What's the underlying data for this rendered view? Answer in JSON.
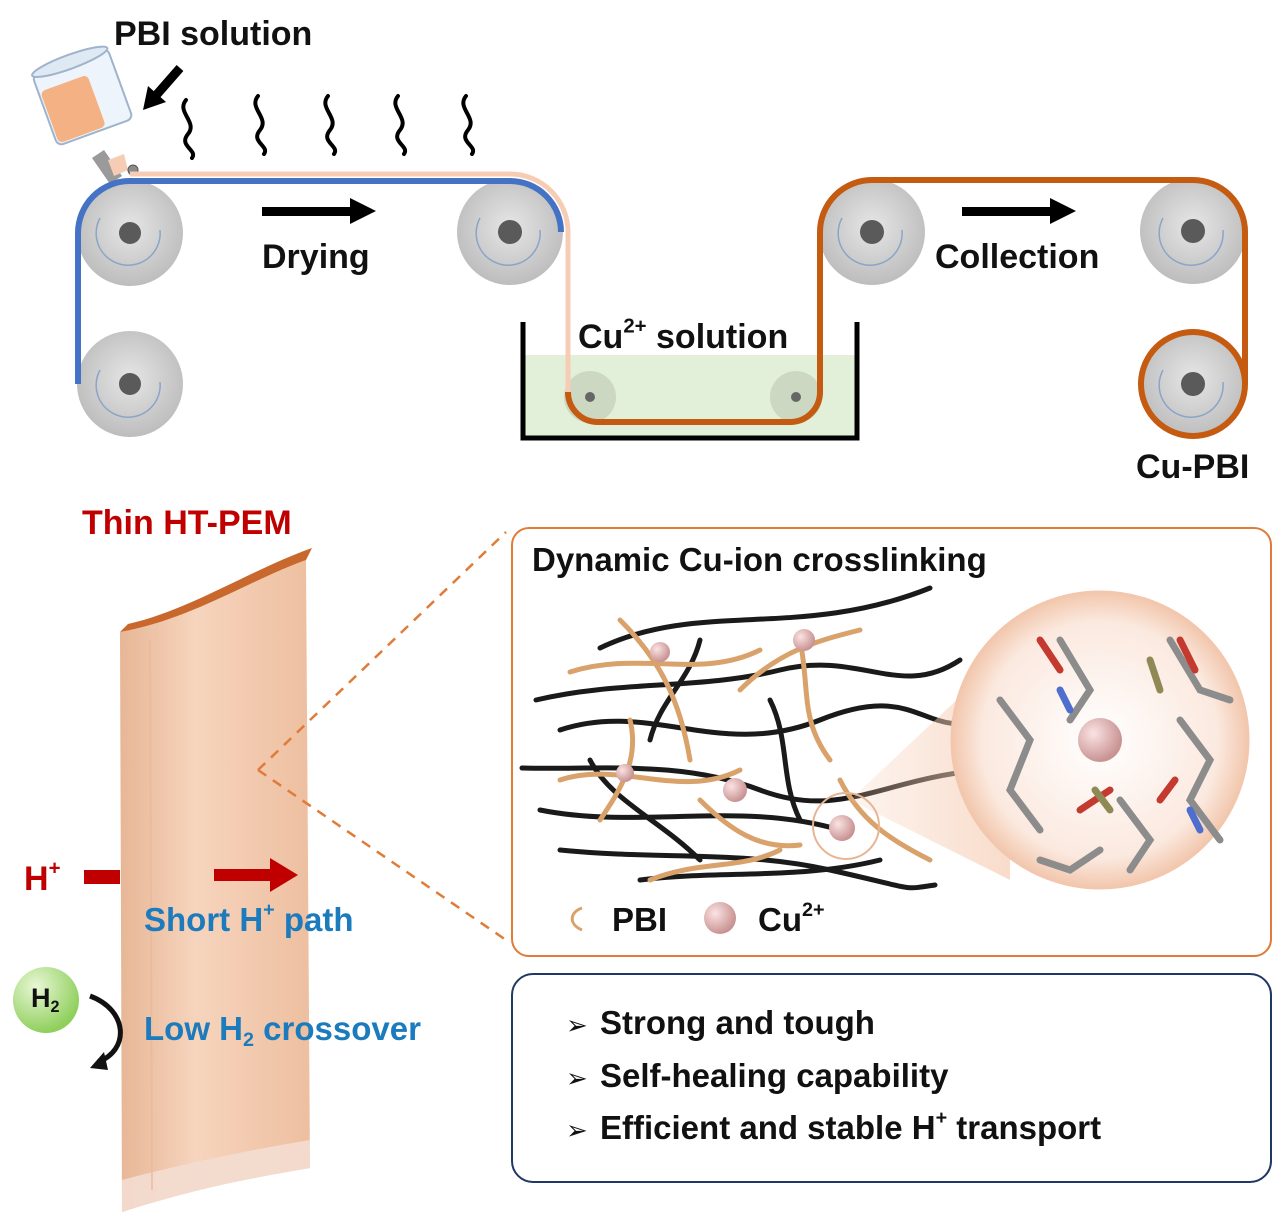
{
  "process": {
    "pbi_solution_label": "PBI solution",
    "drying_label": "Drying",
    "cu_solution_label": "Cu",
    "cu_solution_charge": "2+",
    "cu_solution_suffix": " solution",
    "collection_label": "Collection",
    "cu_pbi_label": "Cu-PBI"
  },
  "membrane": {
    "title": "Thin HT-PEM",
    "proton_label": "H",
    "proton_charge": "+",
    "short_path_prefix": "Short H",
    "short_path_charge": "+",
    "short_path_suffix": " path",
    "h2_badge_letter": "H",
    "h2_badge_sub": "2",
    "crossover_prefix": "Low H",
    "crossover_sub": "2",
    "crossover_suffix": " crossover"
  },
  "crosslink_panel": {
    "title": "Dynamic Cu-ion crosslinking",
    "legend_pbi": "PBI",
    "legend_cu": "Cu",
    "legend_cu_charge": "2+"
  },
  "properties": {
    "bullet_glyph": "➢",
    "items": [
      {
        "text": "Strong and tough",
        "charge": "",
        "suffix": ""
      },
      {
        "text": "Self-healing capability",
        "charge": "",
        "suffix": ""
      },
      {
        "text": "Efficient and stable H",
        "charge": "+",
        "suffix": " transport"
      }
    ]
  },
  "colors": {
    "blue_film": "#4472c4",
    "peach_film": "#f6cdb4",
    "orange_film": "#c55a11",
    "roller": "#c8c8c8",
    "hub": "#555555",
    "bath_fill": "#e2f0d9",
    "panel_border": "#e07b39",
    "list_border": "#1f3864",
    "membrane": "#f1c6a6",
    "membrane_top": "#c8682c",
    "arrow_red": "#c00000",
    "label_blue": "#1b7bbd",
    "cu_sphere": "#e8b8b8"
  }
}
